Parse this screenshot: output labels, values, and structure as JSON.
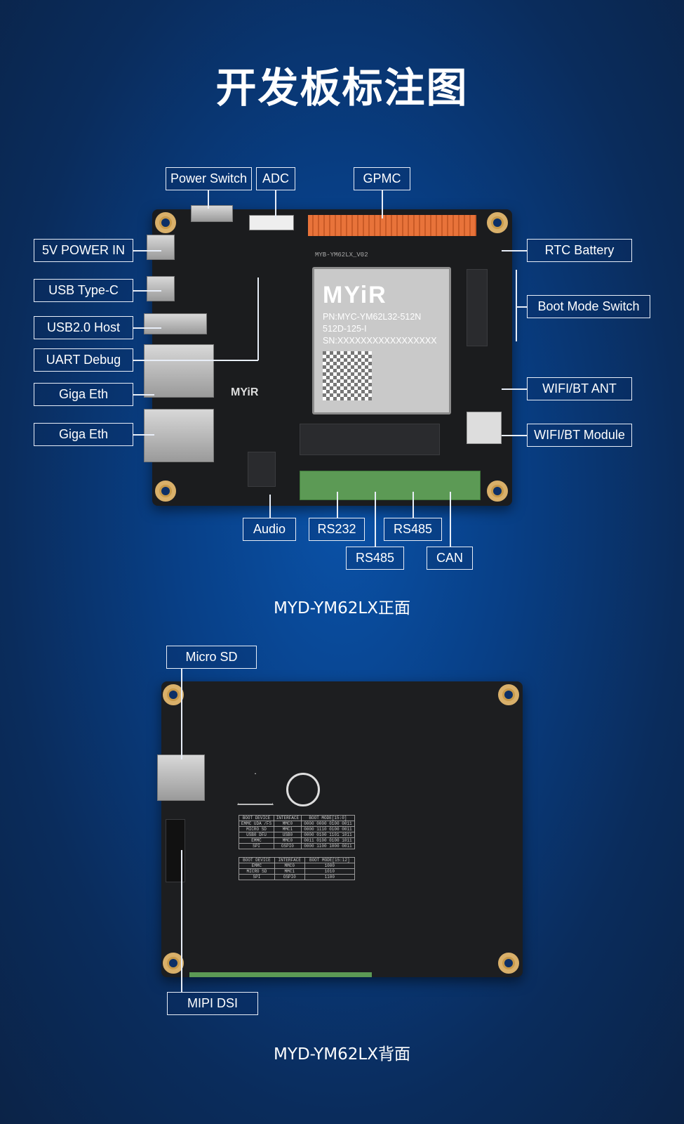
{
  "title": "开发板标注图",
  "front": {
    "caption": "MYD-YM62LX正面",
    "labels": {
      "power_switch": "Power Switch",
      "adc": "ADC",
      "gpmc": "GPMC",
      "power_in": "5V POWER IN",
      "usb_typec": "USB Type-C",
      "usb_host": "USB2.0 Host",
      "uart_debug": "UART Debug",
      "giga_eth_1": "Giga Eth",
      "giga_eth_2": "Giga Eth",
      "rtc_battery": "RTC Battery",
      "boot_mode_switch": "Boot Mode Switch",
      "wifi_bt_ant": "WIFI/BT ANT",
      "wifi_bt_module": "WIFI/BT Module",
      "audio": "Audio",
      "rs232": "RS232",
      "rs485_1": "RS485",
      "rs485_2": "RS485",
      "can": "CAN"
    },
    "board_name": "MYB-YM62LX_V02",
    "som": {
      "brand": "MYiR",
      "pn": "PN:MYC-YM62L32-512N",
      "pn2": "512D-125-I",
      "sn": "SN:XXXXXXXXXXXXXXXXX"
    },
    "silk_logo": "MYiR"
  },
  "back": {
    "caption": "MYD-YM62LX背面",
    "labels": {
      "micro_sd": "Micro SD",
      "mipi_dsi": "MIPI DSI"
    },
    "boot_table_1": {
      "headers": [
        "BOOT DEVICE",
        "INTERFACE",
        "BOOT MODE[15:0]"
      ],
      "rows": [
        [
          "EMMC UDA /FS",
          "MMC0",
          "0000 0000 0100 0011"
        ],
        [
          "MICRO SD",
          "MMC1",
          "0000 1110 0100 0011"
        ],
        [
          "USB0 DFU",
          "USB0",
          "0000 0100 1101 1011"
        ],
        [
          "EMMC",
          "MMC0",
          "0011 0100 0100 1011"
        ],
        [
          "SPI",
          "OSPI0",
          "0000 1100 1000 0011"
        ]
      ]
    },
    "boot_table_2": {
      "headers": [
        "BOOT DEVICE",
        "INTERFACE",
        "BOOT MODE[15:12]"
      ],
      "rows": [
        [
          "EMMC",
          "MMC0",
          "1000"
        ],
        [
          "MICRO SD",
          "MMC1",
          "1010"
        ],
        [
          "SPI",
          "OSPI0",
          "1100"
        ]
      ]
    }
  }
}
